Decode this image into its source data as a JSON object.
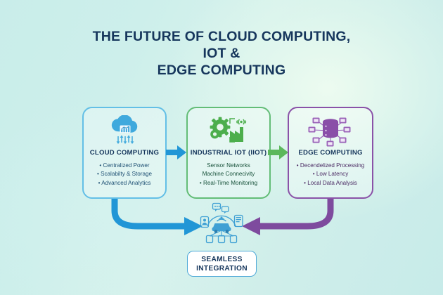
{
  "title": {
    "line1": "THE FUTURE OF CLOUD COMPUTING,",
    "line2": "IOT &",
    "line3": "EDGE COMPUTING"
  },
  "cards": [
    {
      "id": "cloud-computing",
      "title": "CLOUD COMPUTING",
      "icon": "cloud-analytics-icon",
      "accent": "#63bfe6",
      "bullets": [
        "• Centralized Power",
        "• Scalabilty & Storage",
        "• Advanced Analytics"
      ]
    },
    {
      "id": "industrial-iot",
      "title": "INDUSTRIAL IOT (IIOT)",
      "icon": "factory-gear-signal-icon",
      "accent": "#63bd77",
      "bullets": [
        "Sensor Networks",
        "Machine Connecivity",
        "• Real-Time Monitoring"
      ]
    },
    {
      "id": "edge-computing",
      "title": "EDGE COMPUTING",
      "icon": "database-network-icon",
      "accent": "#8a52a8",
      "bullets": [
        "• Decendelized Processing",
        "• Low Latency",
        "• Local Data Analysis"
      ]
    }
  ],
  "connectors": {
    "arrow_cloud_to_iiot": "arrow-right-blue-icon",
    "arrow_iiot_to_edge": "arrow-right-green-icon",
    "arrow_cloud_to_hub": "curved-arrow-blue-icon",
    "arrow_edge_to_hub": "curved-arrow-purple-icon",
    "blue": "#2196d6",
    "green": "#5cb85c",
    "purple": "#7e4b9e"
  },
  "hub": {
    "icon": "iot-devices-hub-icon"
  },
  "badge": {
    "line1": "SEAMLESS",
    "line2": "INTEGRATION"
  }
}
